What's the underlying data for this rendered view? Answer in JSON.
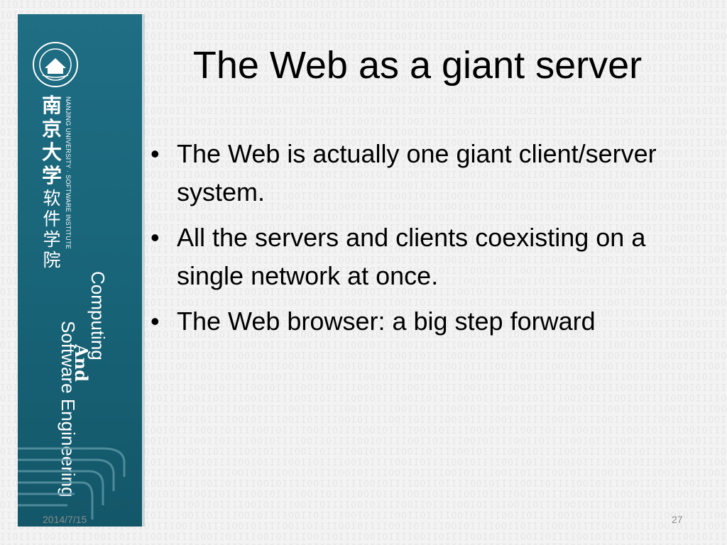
{
  "slide": {
    "title": "The Web as a giant server",
    "bullets": [
      "The Web is actually one giant client/server system.",
      "All the servers and clients coexisting on a single network at once.",
      "The Web browser: a big step forward"
    ],
    "date": "2014/7/15",
    "page_number": "27"
  },
  "sidebar": {
    "university_cn": "南京大学",
    "institute_cn": "软件学院",
    "university_en": "NANJING UNIVERSITY · SOFTWARE INSTITUTE",
    "tagline_line1": "Computing",
    "tagline_line2": "And",
    "tagline_line3": "Software Engineering",
    "logo": "nanjing-university-seal"
  },
  "colors": {
    "sidebar": "#1a677c",
    "background": "#f3f3f3",
    "text": "#000000",
    "footer": "#8c8c8c"
  }
}
